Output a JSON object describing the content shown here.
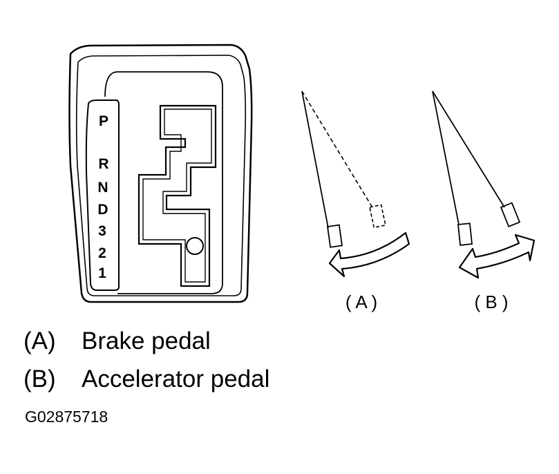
{
  "shifter": {
    "gears": [
      "P",
      "R",
      "N",
      "D",
      "3",
      "2",
      "1"
    ]
  },
  "pedals": {
    "a_caption": "( A )",
    "b_caption": "( B )"
  },
  "legend": {
    "a_key": "(A)",
    "a_label": "Brake pedal",
    "b_key": "(B)",
    "b_label": "Accelerator pedal"
  },
  "figure_id": "G02875718"
}
